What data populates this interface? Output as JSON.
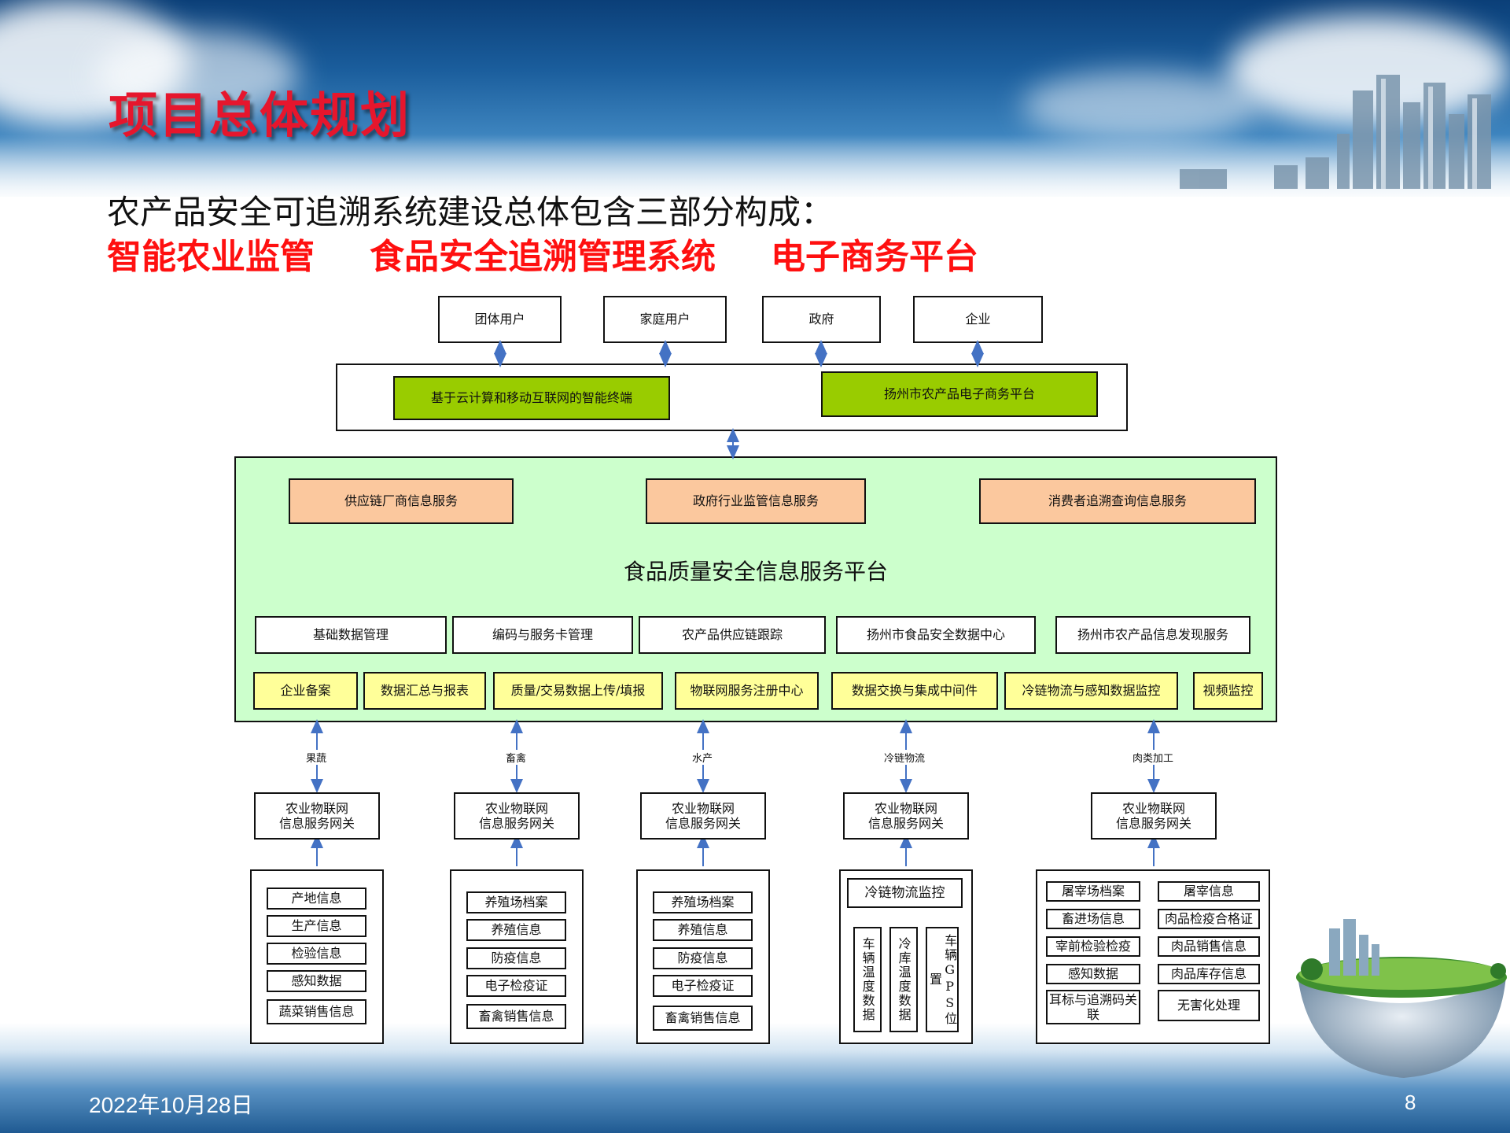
{
  "slide": {
    "title": "项目总体规划",
    "intro": "农产品安全可追溯系统建设总体包含三部分构成：",
    "parts": [
      "智能农业监管",
      "食品安全追溯管理系统",
      "电子商务平台"
    ],
    "date": "2022年10月28日",
    "page_number": "8"
  },
  "diagram": {
    "users": [
      "团体用户",
      "家庭用户",
      "政府",
      "企业"
    ],
    "terminal": "基于云计算和移动互联网的智能终端",
    "ecommerce": "扬州市农产品电子商务平台",
    "services": [
      "供应链厂商信息服务",
      "政府行业监管信息服务",
      "消费者追溯查询信息服务"
    ],
    "platform_title": "食品质量安全信息服务平台",
    "mid_modules": [
      "基础数据管理",
      "编码与服务卡管理",
      "农产品供应链跟踪",
      "扬州市食品安全数据中心",
      "扬州市农产品信息发现服务"
    ],
    "low_modules": [
      "企业备案",
      "数据汇总与报表",
      "质量/交易数据上传/填报",
      "物联网服务注册中心",
      "数据交换与集成中间件",
      "冷链物流与感知数据监控",
      "视频监控"
    ],
    "categories": [
      "果蔬",
      "畜禽",
      "水产",
      "冷链物流",
      "肉类加工"
    ],
    "gateway_line1": "农业物联网",
    "gateway_line2": "信息服务网关",
    "col1": [
      "产地信息",
      "生产信息",
      "检验信息",
      "感知数据",
      "蔬菜销售信息"
    ],
    "col2": [
      "养殖场档案",
      "养殖信息",
      "防疫信息",
      "电子检疫证",
      "畜禽销售信息"
    ],
    "col3": [
      "养殖场档案",
      "养殖信息",
      "防疫信息",
      "电子检疫证",
      "畜禽销售信息"
    ],
    "col4_title": "冷链物流监控",
    "col4_vertical": [
      "车辆温度数据",
      "冷库温度数据",
      "车辆GPS位置"
    ],
    "col5_left": [
      "屠宰场档案",
      "畜进场信息",
      "宰前检验检疫",
      "感知数据",
      "耳标与追溯码关联"
    ],
    "col5_right": [
      "屠宰信息",
      "肉品检疫合格证",
      "肉品销售信息",
      "肉品库存信息",
      "无害化处理"
    ]
  }
}
